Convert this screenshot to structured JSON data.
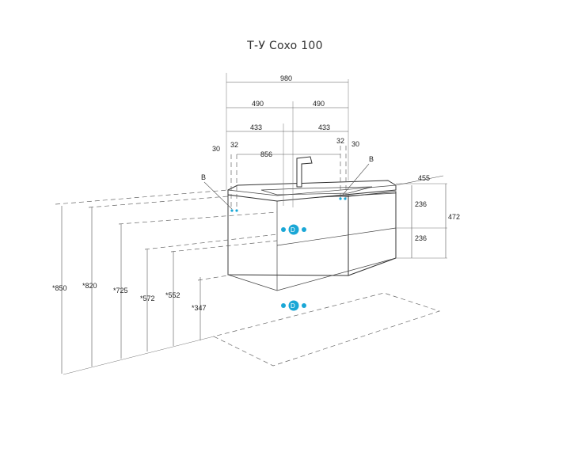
{
  "title": "Т-У Coxo 100",
  "colors": {
    "accent": "#1aa7d6",
    "line": "#444444"
  },
  "dimensions": {
    "total_width": "980",
    "half_left": "490",
    "half_right": "490",
    "offset_left": "433",
    "offset_right": "433",
    "inner_width": "856",
    "left_30": "30",
    "left_32": "32",
    "right_32": "32",
    "right_30": "30",
    "depth": "455",
    "drawer_top": "236",
    "drawer_bottom": "236",
    "total_height": "472",
    "label_b_left": "B",
    "label_b_right": "B"
  },
  "heights": {
    "h850": "*850",
    "h820": "*820",
    "h725": "*725",
    "h572": "*572",
    "h552": "*552",
    "h347": "*347"
  }
}
